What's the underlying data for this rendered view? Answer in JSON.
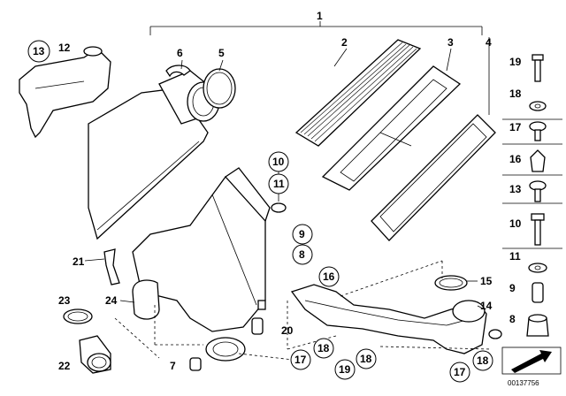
{
  "callouts": {
    "n1": "1",
    "n2": "2",
    "n3": "3",
    "n4": "4",
    "n5": "5",
    "n6": "6",
    "n7": "7",
    "n8": "8",
    "n9": "9",
    "n10": "10",
    "n11": "11",
    "n12": "12",
    "n13": "13",
    "n14": "14",
    "n15": "15",
    "n16": "16",
    "n17": "17",
    "n18": "18",
    "n19": "19",
    "n20": "20",
    "n21": "21",
    "n22": "22",
    "n23": "23",
    "n24": "24"
  },
  "sidebar": {
    "labels": [
      "19",
      "18",
      "17",
      "16",
      "13",
      "10",
      "11",
      "9",
      "8"
    ]
  },
  "footer": {
    "doc_number": "00137756"
  }
}
